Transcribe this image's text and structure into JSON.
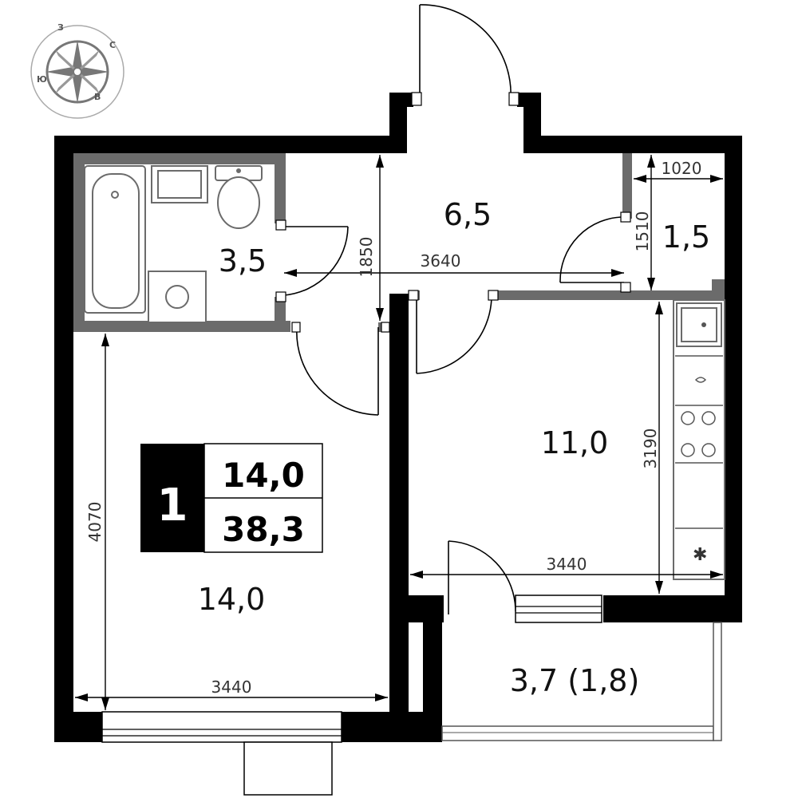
{
  "compass": {
    "north": "С",
    "south": "Ю",
    "east": "В",
    "west": "З"
  },
  "summary": {
    "rooms": "1",
    "living_area": "14,0",
    "total_area": "38,3"
  },
  "rooms": {
    "bathroom": "3,5",
    "hall": "6,5",
    "closet": "1,5",
    "kitchen": "11,0",
    "living": "14,0",
    "balcony": "3,7 (1,8)"
  },
  "dimensions": {
    "hall_height": "1850",
    "hall_width": "3640",
    "closet_width": "1020",
    "closet_height": "1510",
    "kitchen_height": "3190",
    "kitchen_width": "3440",
    "living_height": "4070",
    "living_width": "3440"
  },
  "colors": {
    "wall": "#000000",
    "interior_wall": "#6b6b6b",
    "background": "#ffffff"
  }
}
